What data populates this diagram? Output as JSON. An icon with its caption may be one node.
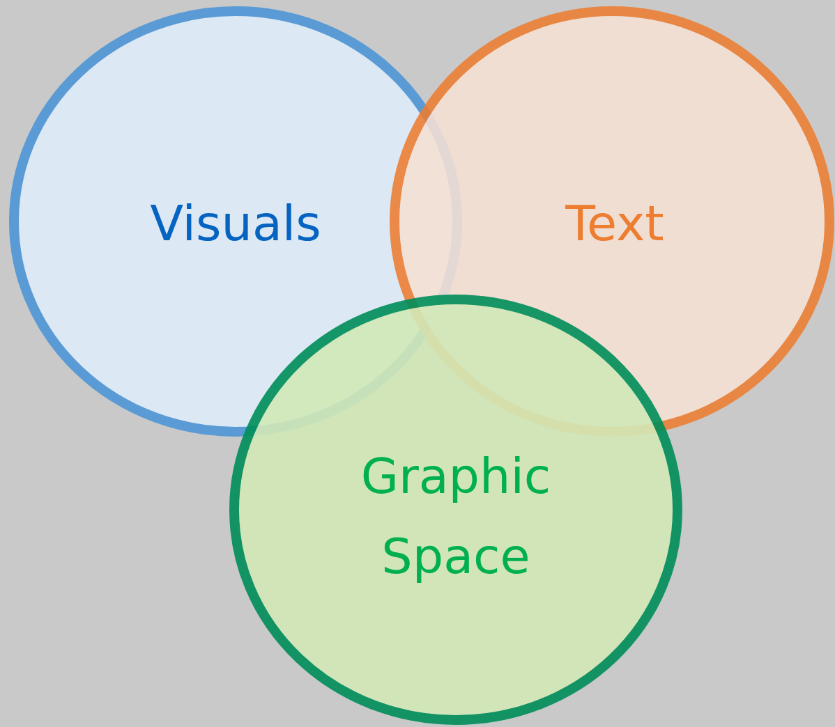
{
  "diagram": {
    "nodes": [
      {
        "text": [
          "Visuals"
        ]
      },
      {
        "text": [
          "Text"
        ]
      },
      {
        "text": [
          "Graphic Space"
        ]
      }
    ]
  }
}
